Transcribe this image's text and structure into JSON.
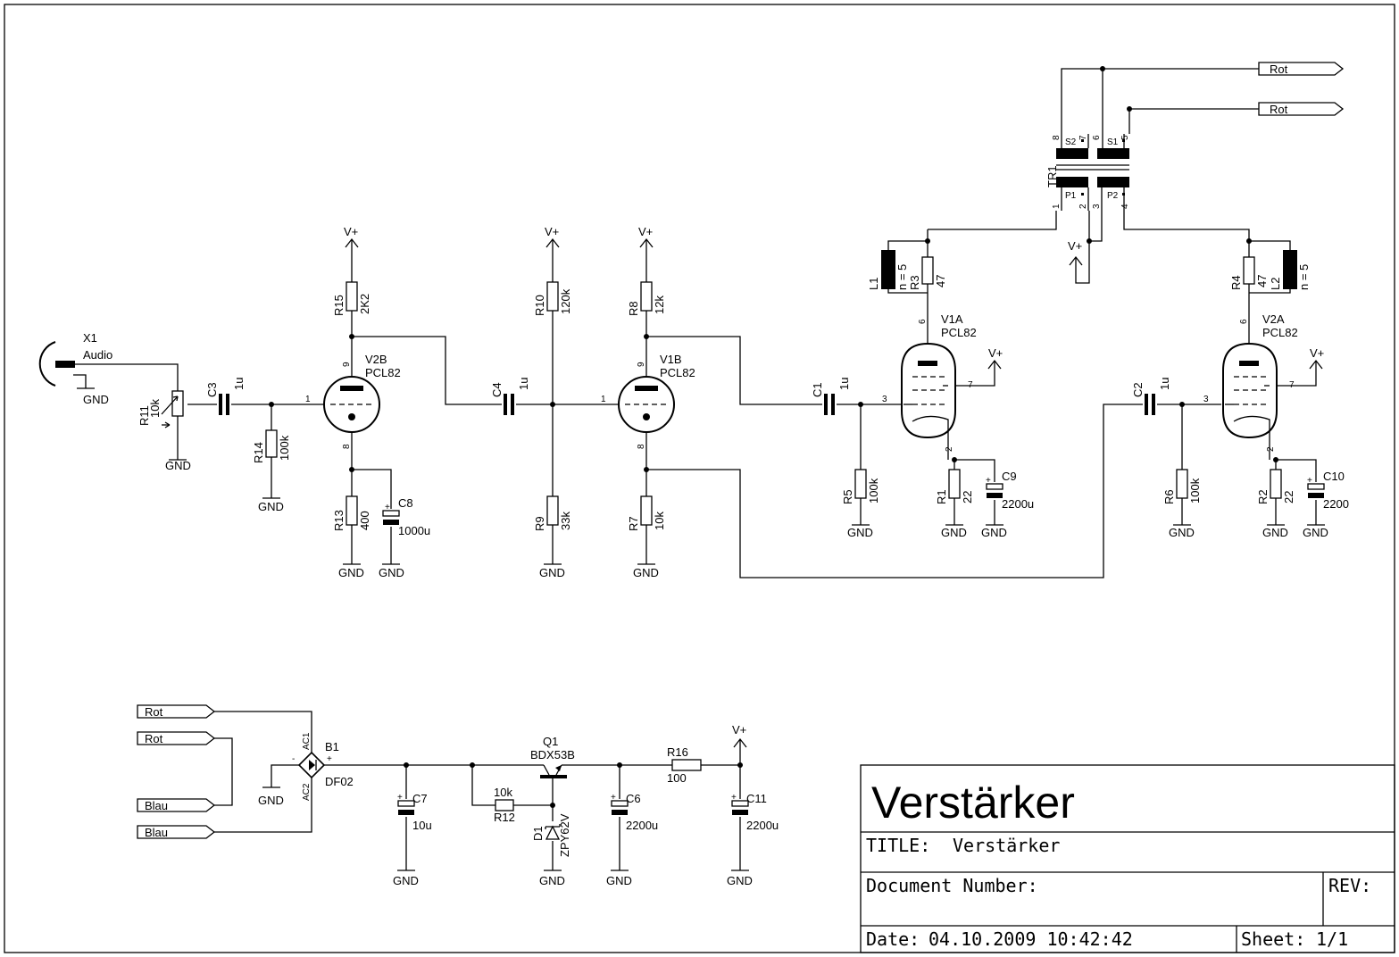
{
  "supply": "V+",
  "ground": "GND",
  "input": {
    "ref": "X1",
    "name": "Audio"
  },
  "pot": {
    "ref": "R11",
    "value": "10k"
  },
  "resistors": {
    "R1": "22",
    "R2": "22",
    "R3": "47",
    "R4": "47",
    "R5": "100k",
    "R6": "100k",
    "R7": "10k",
    "R8": "12k",
    "R9": "33k",
    "R10": "120k",
    "R12": "10k",
    "R13": "400",
    "R14": "100k",
    "R15": "2K2",
    "R16": "100"
  },
  "capacitors": {
    "C1": "1u",
    "C2": "1u",
    "C3": "1u",
    "C4": "1u",
    "C6": "2200u",
    "C7": "10u",
    "C8": "1000u",
    "C9": "2200u",
    "C10": "2200",
    "C11": "2200u"
  },
  "tubes": {
    "V1A": "PCL82",
    "V1B": "PCL82",
    "V2A": "PCL82",
    "V2B": "PCL82"
  },
  "coils": {
    "L1": "n = 5",
    "L2": "n = 5"
  },
  "transformer": {
    "ref": "TR1",
    "windings": [
      "S2",
      "S1",
      "P1",
      "P2"
    ]
  },
  "wire_labels": {
    "rot": "Rot",
    "blau": "Blau"
  },
  "rectifier": {
    "ref": "B1",
    "value": "DF02",
    "pins": [
      "AC1",
      "AC2",
      "-",
      "+"
    ]
  },
  "transistor": {
    "ref": "Q1",
    "value": "BDX53B"
  },
  "zener": {
    "ref": "D1",
    "value": "ZPY62V"
  },
  "titleblock": {
    "big_title": "Verstärker",
    "title_label": "TITLE:",
    "title_value": "Verstärker",
    "doc_label": "Document Number:",
    "rev_label": "REV:",
    "date_label": "Date:",
    "date_value": "04.10.2009 10:42:42",
    "sheet_label": "Sheet:",
    "sheet_value": "1/1"
  }
}
